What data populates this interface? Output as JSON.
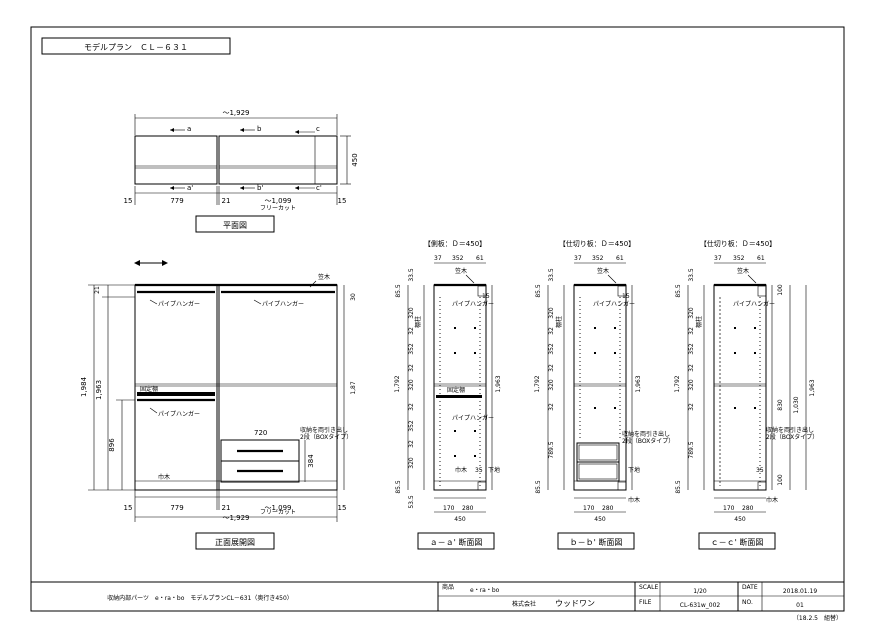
{
  "title_box": {
    "label": "モデルプラン　ＣＬ－６３１"
  },
  "plan_view": {
    "top_dim": "～1,929",
    "side_dim": "450",
    "bottom_dims": {
      "left_edge": "15",
      "d1": "779",
      "d2": "21",
      "d3": "～1,099",
      "d4": "15",
      "note": "フリーカット"
    },
    "section_markers": [
      "a",
      "b",
      "c",
      "a'",
      "b'",
      "c'"
    ],
    "caption": "平面図"
  },
  "front_view": {
    "caption": "正面展開図",
    "height_dims": [
      "21",
      "1,984",
      "1,963",
      "896"
    ],
    "right_dims": [
      "30",
      "1,87"
    ],
    "bottom_dims": {
      "left_edge": "15",
      "d1": "779",
      "d2": "21",
      "d3": "～1,099",
      "d4": "15",
      "note": "フリーカット",
      "total": "～1,929"
    },
    "labels": {
      "pipe_hanger": "パイプハンガー",
      "fixed_shelf": "固定棚",
      "baseboard": "巾木",
      "top_trim": "笠木",
      "drawer_width": "720",
      "drawer_height": "384",
      "drawer_note_1": "収納を両引き出し",
      "drawer_note_2": "2段（BOXタイプ）"
    }
  },
  "sections": [
    {
      "heading": "【側板：Ｄ＝450】",
      "caption": "ａ－ａ' 断面図",
      "top_dims": [
        "37",
        "352",
        "61"
      ],
      "bottom_dims": [
        "170",
        "280"
      ],
      "depth": "450",
      "vertical_dims": [
        "33.5",
        "85.5",
        "320",
        "32",
        "352",
        "32",
        "320",
        "32",
        "352",
        "32",
        "320",
        "85.5",
        "53.5"
      ],
      "overall": [
        "1,792",
        "1,963"
      ],
      "labels": {
        "top_trim": "笠木",
        "pipe_hanger": "パイプハンガー",
        "shelf_holder": "棚柱",
        "fixed_shelf": "固定棚",
        "baseboard": "巾木",
        "bottom_trim": "下地",
        "d15": "15",
        "d35": "35"
      }
    },
    {
      "heading": "【仕切り板：Ｄ＝450】",
      "caption": "ｂ－ｂ' 断面図",
      "top_dims": [
        "37",
        "352",
        "61"
      ],
      "bottom_dims": [
        "170",
        "280"
      ],
      "depth": "450",
      "vertical_dims": [
        "33.5",
        "85.5",
        "320",
        "32",
        "352",
        "32",
        "320",
        "32",
        "789.5",
        "85.5"
      ],
      "overall": [
        "1,792",
        "1,963"
      ],
      "labels": {
        "top_trim": "笠木",
        "pipe_hanger": "パイプハンガー",
        "shelf_holder": "棚柱",
        "baseboard": "巾木",
        "bottom_trim": "下地",
        "drawer_note_1": "収納を両引き出し",
        "drawer_note_2": "2段（BOXタイプ）",
        "d15": "15"
      }
    },
    {
      "heading": "【仕切り板：Ｄ＝450】",
      "caption": "ｃ－ｃ' 断面図",
      "top_dims": [
        "37",
        "352",
        "61"
      ],
      "bottom_dims": [
        "170",
        "280"
      ],
      "depth": "450",
      "vertical_dims": [
        "33.5",
        "85.5",
        "320",
        "32",
        "352",
        "32",
        "320",
        "32",
        "789.5",
        "85.5"
      ],
      "overall": [
        "1,792",
        "1,963"
      ],
      "right_dims": [
        "100",
        "830",
        "1,030",
        "100"
      ],
      "labels": {
        "top_trim": "笠木",
        "pipe_hanger": "パイプハンガー",
        "shelf_holder": "棚柱",
        "baseboard": "巾木",
        "drawer_note_1": "収納を両引き出し",
        "drawer_note_2": "2段（BOXタイプ）",
        "d35": "35"
      }
    }
  ],
  "title_block": {
    "description": "収納内部パーツ　e・ra・bo　モデルプランCL－631（奥行き450）",
    "product_label": "商品",
    "product": "e・ra・bo",
    "company_label": "株式会社",
    "company": "ウッドワン",
    "scale_label": "SCALE",
    "scale": "1/20",
    "date_label": "DATE",
    "date": "2018.01.19",
    "file_label": "FILE",
    "file": "CL-631w_002",
    "no_label": "NO.",
    "no": "01",
    "revision": "（18.2.5　組替）"
  }
}
